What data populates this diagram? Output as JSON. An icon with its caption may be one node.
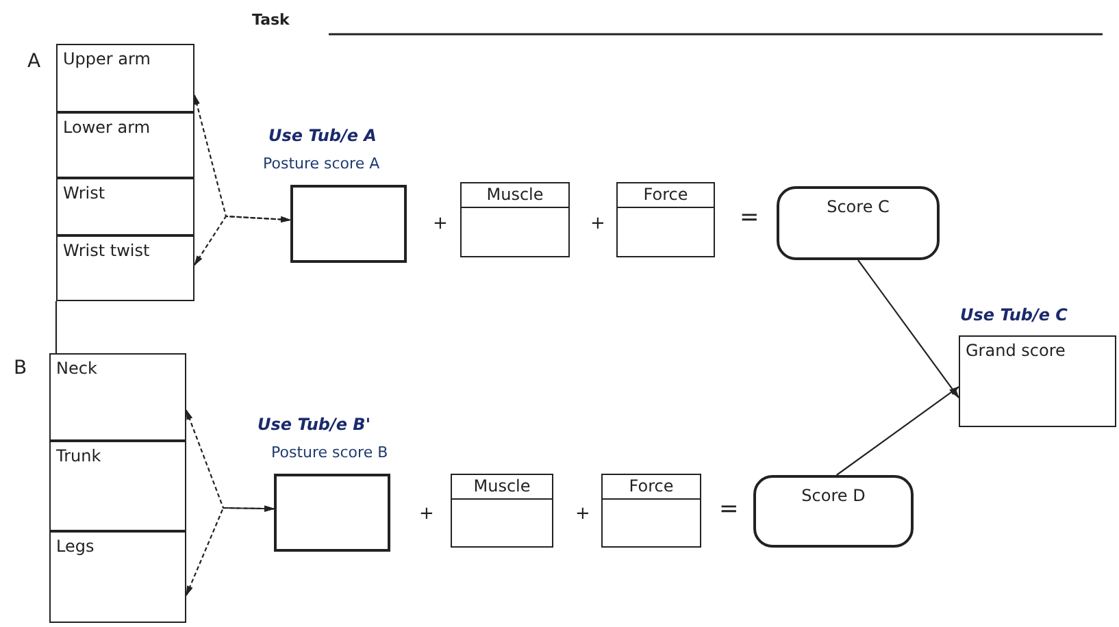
{
  "diagram": {
    "nodes": [
      {
        "text": [
          "Upper arm"
        ]
      },
      {
        "text": [
          "Lower arm"
        ]
      },
      {
        "text": [
          "Wrist"
        ]
      },
      {
        "text": [
          "Wrist twist"
        ]
      },
      {
        "text": [
          "Use Tub/e A",
          "Posture score A"
        ]
      },
      {
        "text": [
          "Muscle"
        ]
      },
      {
        "text": [
          "Force"
        ]
      },
      {
        "text": [
          "Score C"
        ]
      },
      {
        "text": [
          "Neck"
        ]
      },
      {
        "text": [
          "Trunk"
        ]
      },
      {
        "text": [
          "Legs"
        ]
      },
      {
        "text": [
          "Use Tub/e B'",
          "Posture score B"
        ]
      },
      {
        "text": [
          "Muscle"
        ]
      },
      {
        "text": [
          "Force"
        ]
      },
      {
        "text": [
          "Score D"
        ]
      },
      {
        "text": [
          "Use Tub/e C",
          "Grand score"
        ]
      }
    ],
    "edges": [
      {
        "from": 0,
        "to": 4,
        "arrow": "both",
        "style": "dashed"
      },
      {
        "from": 3,
        "to": 4,
        "arrow": "both",
        "style": "dashed"
      },
      {
        "from": 8,
        "to": 11,
        "arrow": "both",
        "style": "dashed"
      },
      {
        "from": 10,
        "to": 11,
        "arrow": "both",
        "style": "dashed"
      },
      {
        "from": 7,
        "to": 15,
        "arrow": "to"
      },
      {
        "from": 14,
        "to": 15,
        "arrow": "to"
      },
      {
        "from": 3,
        "to": 8,
        "arrow": "none"
      }
    ],
    "labels": [
      "Task",
      "A",
      "+",
      "+",
      "=",
      "B",
      "+",
      "+",
      "="
    ]
  }
}
